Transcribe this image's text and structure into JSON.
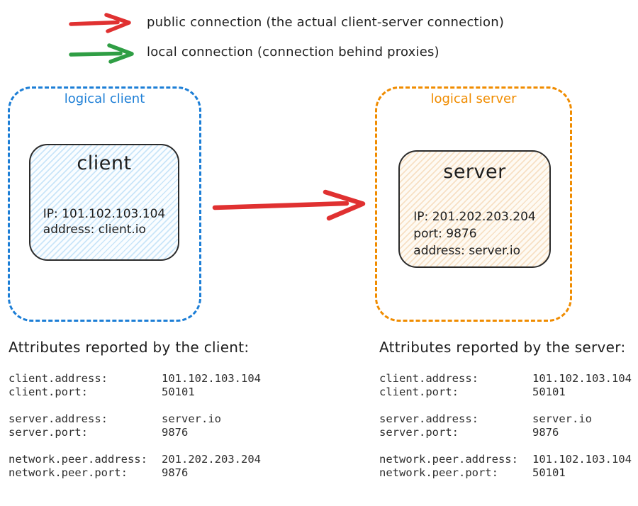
{
  "legend": {
    "items": [
      {
        "icon": "public-connection-arrow",
        "color": "#e03131",
        "label": "public connection (the actual client-server connection)"
      },
      {
        "icon": "local-connection-arrow",
        "color": "#2f9e44",
        "label": "local connection (connection behind proxies)"
      }
    ]
  },
  "diagram": {
    "logical_client": {
      "label": "logical client",
      "node": {
        "title": "client",
        "lines": [
          "IP: 101.102.103.104",
          "address: client.io"
        ]
      }
    },
    "logical_server": {
      "label": "logical server",
      "node": {
        "title": "server",
        "lines": [
          "IP: 201.202.203.204",
          "port: 9876",
          "address: server.io"
        ]
      }
    },
    "connection_arrow": {
      "type": "public connection",
      "color": "#e03131"
    }
  },
  "attributes": {
    "client": {
      "heading": "Attributes reported by the client:",
      "groups": [
        [
          {
            "key": "client.address:",
            "value": "101.102.103.104"
          },
          {
            "key": "client.port:",
            "value": "50101"
          }
        ],
        [
          {
            "key": "server.address:",
            "value": "server.io"
          },
          {
            "key": "server.port:",
            "value": "9876"
          }
        ],
        [
          {
            "key": "network.peer.address:",
            "value": "201.202.203.204"
          },
          {
            "key": "network.peer.port:",
            "value": "9876"
          }
        ]
      ]
    },
    "server": {
      "heading": "Attributes reported by the server:",
      "groups": [
        [
          {
            "key": "client.address:",
            "value": "101.102.103.104"
          },
          {
            "key": "client.port:",
            "value": "50101"
          }
        ],
        [
          {
            "key": "server.address:",
            "value": "server.io"
          },
          {
            "key": "server.port:",
            "value": "9876"
          }
        ],
        [
          {
            "key": "network.peer.address:",
            "value": "101.102.103.104"
          },
          {
            "key": "network.peer.port:",
            "value": "50101"
          }
        ]
      ]
    }
  },
  "colors": {
    "public": "#e03131",
    "local": "#2f9e44",
    "logical_client": "#1c7ed6",
    "logical_server": "#f08c00",
    "stroke": "#1e1e1e"
  }
}
